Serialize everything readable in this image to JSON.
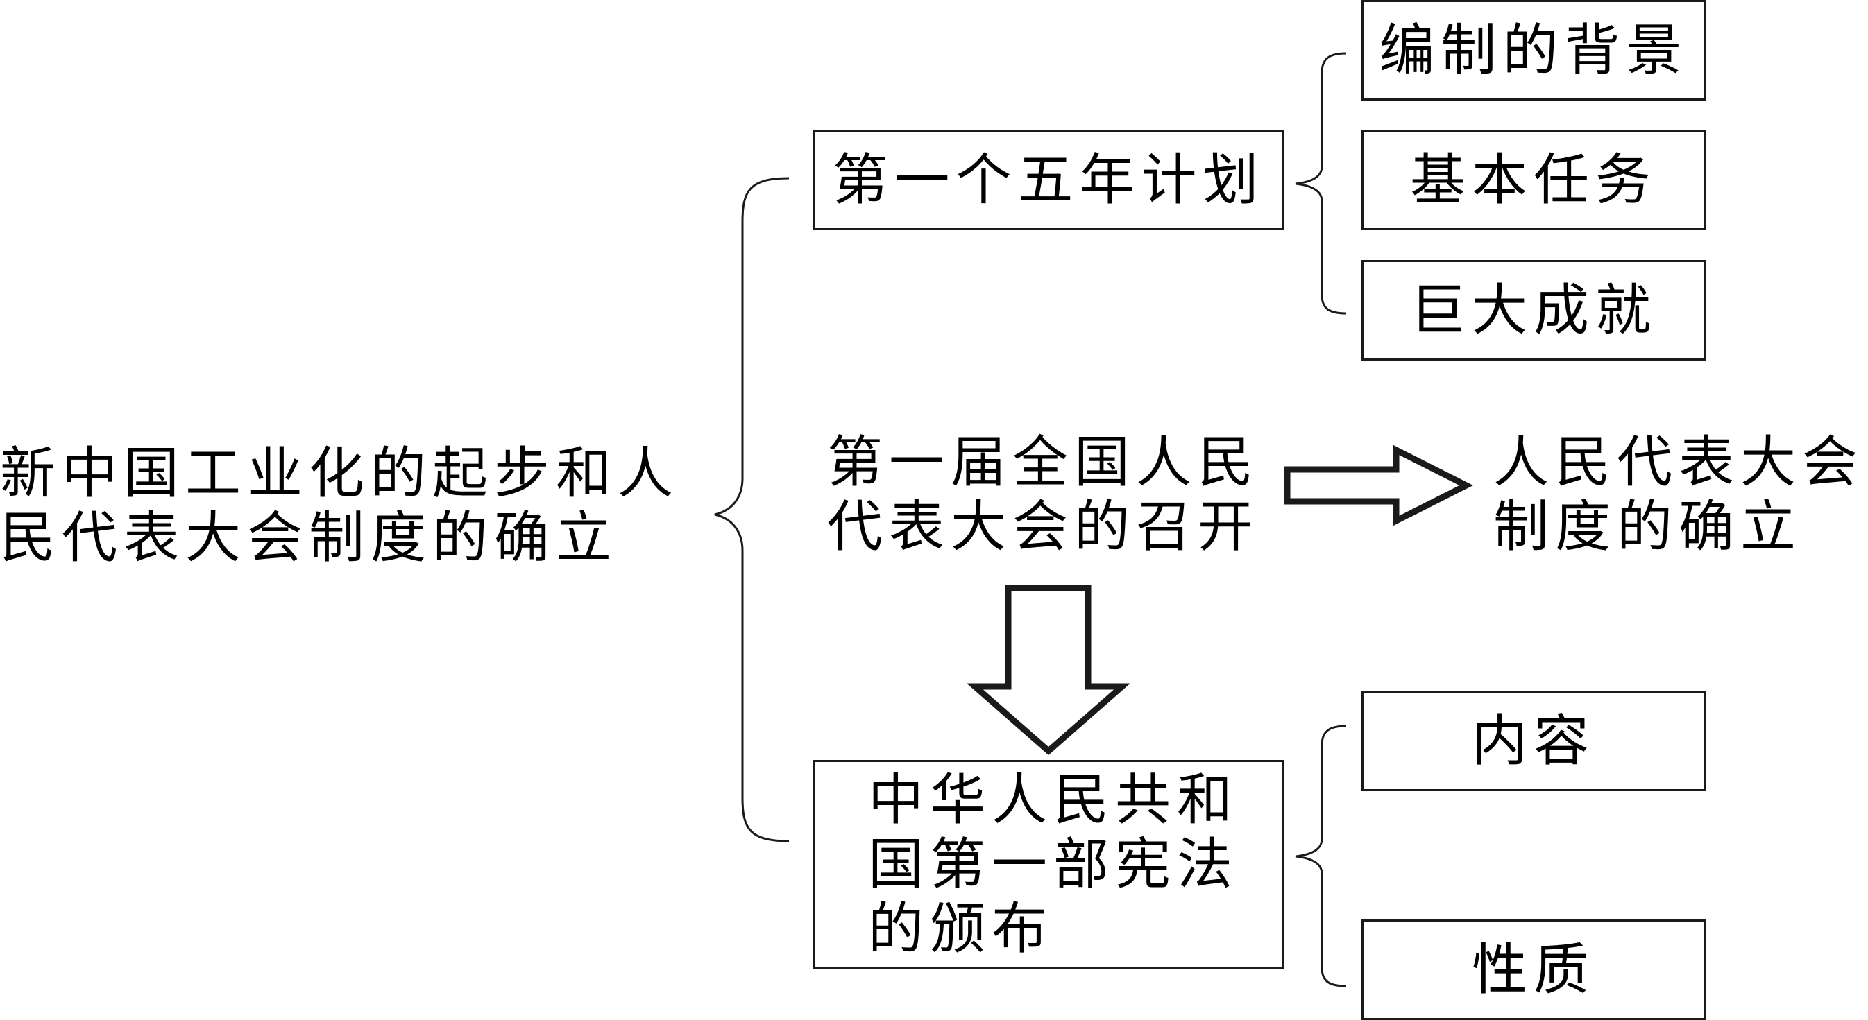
{
  "root": {
    "lines": [
      "新中国工业化的起步和人",
      "民代表大会制度的确立"
    ]
  },
  "branch1": {
    "label": "第一个五年计划",
    "children": [
      "编制的背景",
      "基本任务",
      "巨大成就"
    ]
  },
  "branch2": {
    "lines": [
      "第一届全国人民",
      "代表大会的召开"
    ],
    "result_lines": [
      "人民代表大会",
      "制度的确立"
    ]
  },
  "branch3": {
    "lines": [
      "中华人民共和",
      "国第一部宪法",
      "的颁布"
    ],
    "children": [
      "内容",
      "性质"
    ]
  }
}
